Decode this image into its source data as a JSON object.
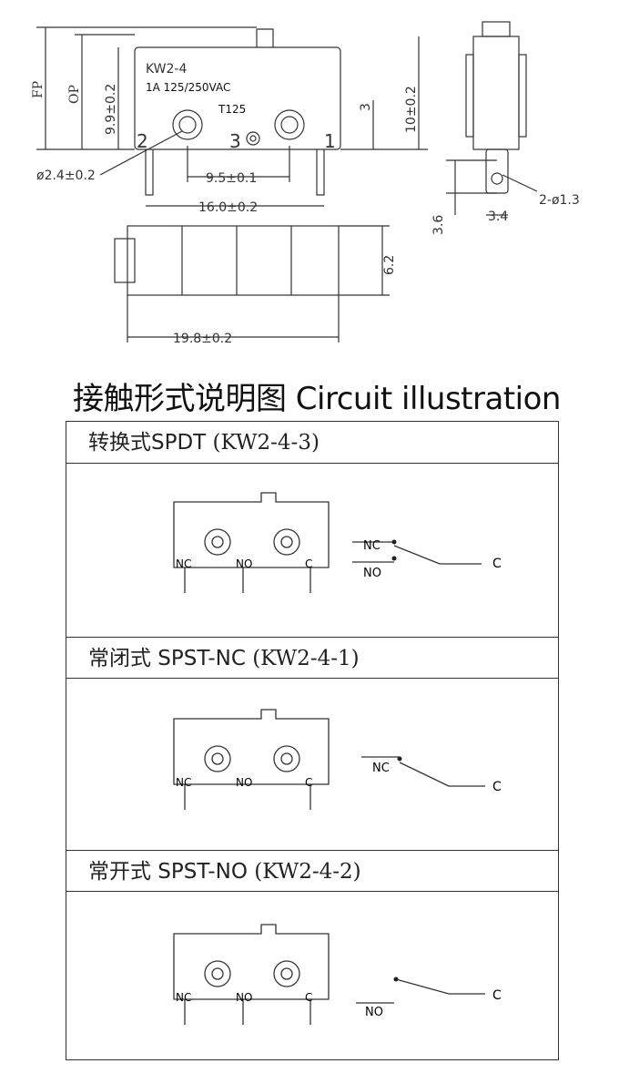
{
  "drawing": {
    "model": "KW2-4",
    "rating": "1A 125/250VAC",
    "temp": "T125",
    "pin_labels": [
      "2",
      "3",
      "1"
    ],
    "dims": {
      "fp": "FP",
      "op": "OP",
      "h1": "9.9±0.2",
      "h2": "10±0.2",
      "h3": "3",
      "hole": "ø2.4±0.2",
      "pitch": "9.5±0.1",
      "width": "16.0±0.2",
      "length": "19.8±0.2",
      "thick": "6.2",
      "side_h": "3.6",
      "side_w": "3.4",
      "side_hole": "2-ø1.3"
    }
  },
  "section_title": "接触形式说明图 Circuit illustration",
  "sections": [
    {
      "label_cn": "转换式SPDT",
      "label_model": "(KW2-4-3)"
    },
    {
      "label_cn": "常闭式 SPST-NC",
      "label_model": "(KW2-4-1)"
    },
    {
      "label_cn": "常开式 SPST-NO",
      "label_model": "(KW2-4-2)"
    }
  ],
  "circuit_labels": {
    "nc": "NC",
    "no": "NO",
    "c": "C"
  }
}
